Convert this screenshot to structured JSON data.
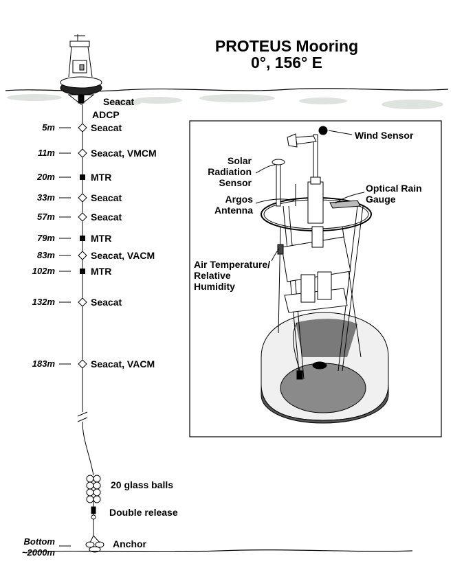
{
  "title": "PROTEUS Mooring",
  "subtitle": "0°, 156° E",
  "mooring": {
    "surface_labels": {
      "seacat": "Seacat",
      "adcp": "ADCP"
    },
    "instruments": [
      {
        "depth": "5m",
        "label": "Seacat",
        "kind": "diamond"
      },
      {
        "depth": "11m",
        "label": "Seacat, VMCM",
        "kind": "diamond"
      },
      {
        "depth": "20m",
        "label": "MTR",
        "kind": "square"
      },
      {
        "depth": "33m",
        "label": "Seacat",
        "kind": "diamond"
      },
      {
        "depth": "57m",
        "label": "Seacat",
        "kind": "diamond"
      },
      {
        "depth": "79m",
        "label": "MTR",
        "kind": "square"
      },
      {
        "depth": "83m",
        "label": "Seacat, VACM",
        "kind": "diamond"
      },
      {
        "depth": "102m",
        "label": "MTR",
        "kind": "square"
      },
      {
        "depth": "132m",
        "label": "Seacat",
        "kind": "diamond"
      },
      {
        "depth": "183m",
        "label": "Seacat, VACM",
        "kind": "diamond"
      }
    ],
    "glass_balls": "20 glass balls",
    "release": "Double release",
    "anchor": "Anchor",
    "bottom_label": "Bottom",
    "bottom_depth": "~2000m"
  },
  "buoy_detail": {
    "wind_sensor": "Wind Sensor",
    "solar": [
      "Solar",
      "Radiation",
      "Sensor"
    ],
    "rain": [
      "Optical Rain",
      "Gauge"
    ],
    "argos": [
      "Argos",
      "Antenna"
    ],
    "air_temp": [
      "Air Temperature/",
      "Relative",
      "Humidity"
    ]
  },
  "colors": {
    "ink": "#000000",
    "water": "#d9ddd9",
    "hull_shadow": "#6b6b6b",
    "hull_light": "#f2f2f2"
  }
}
